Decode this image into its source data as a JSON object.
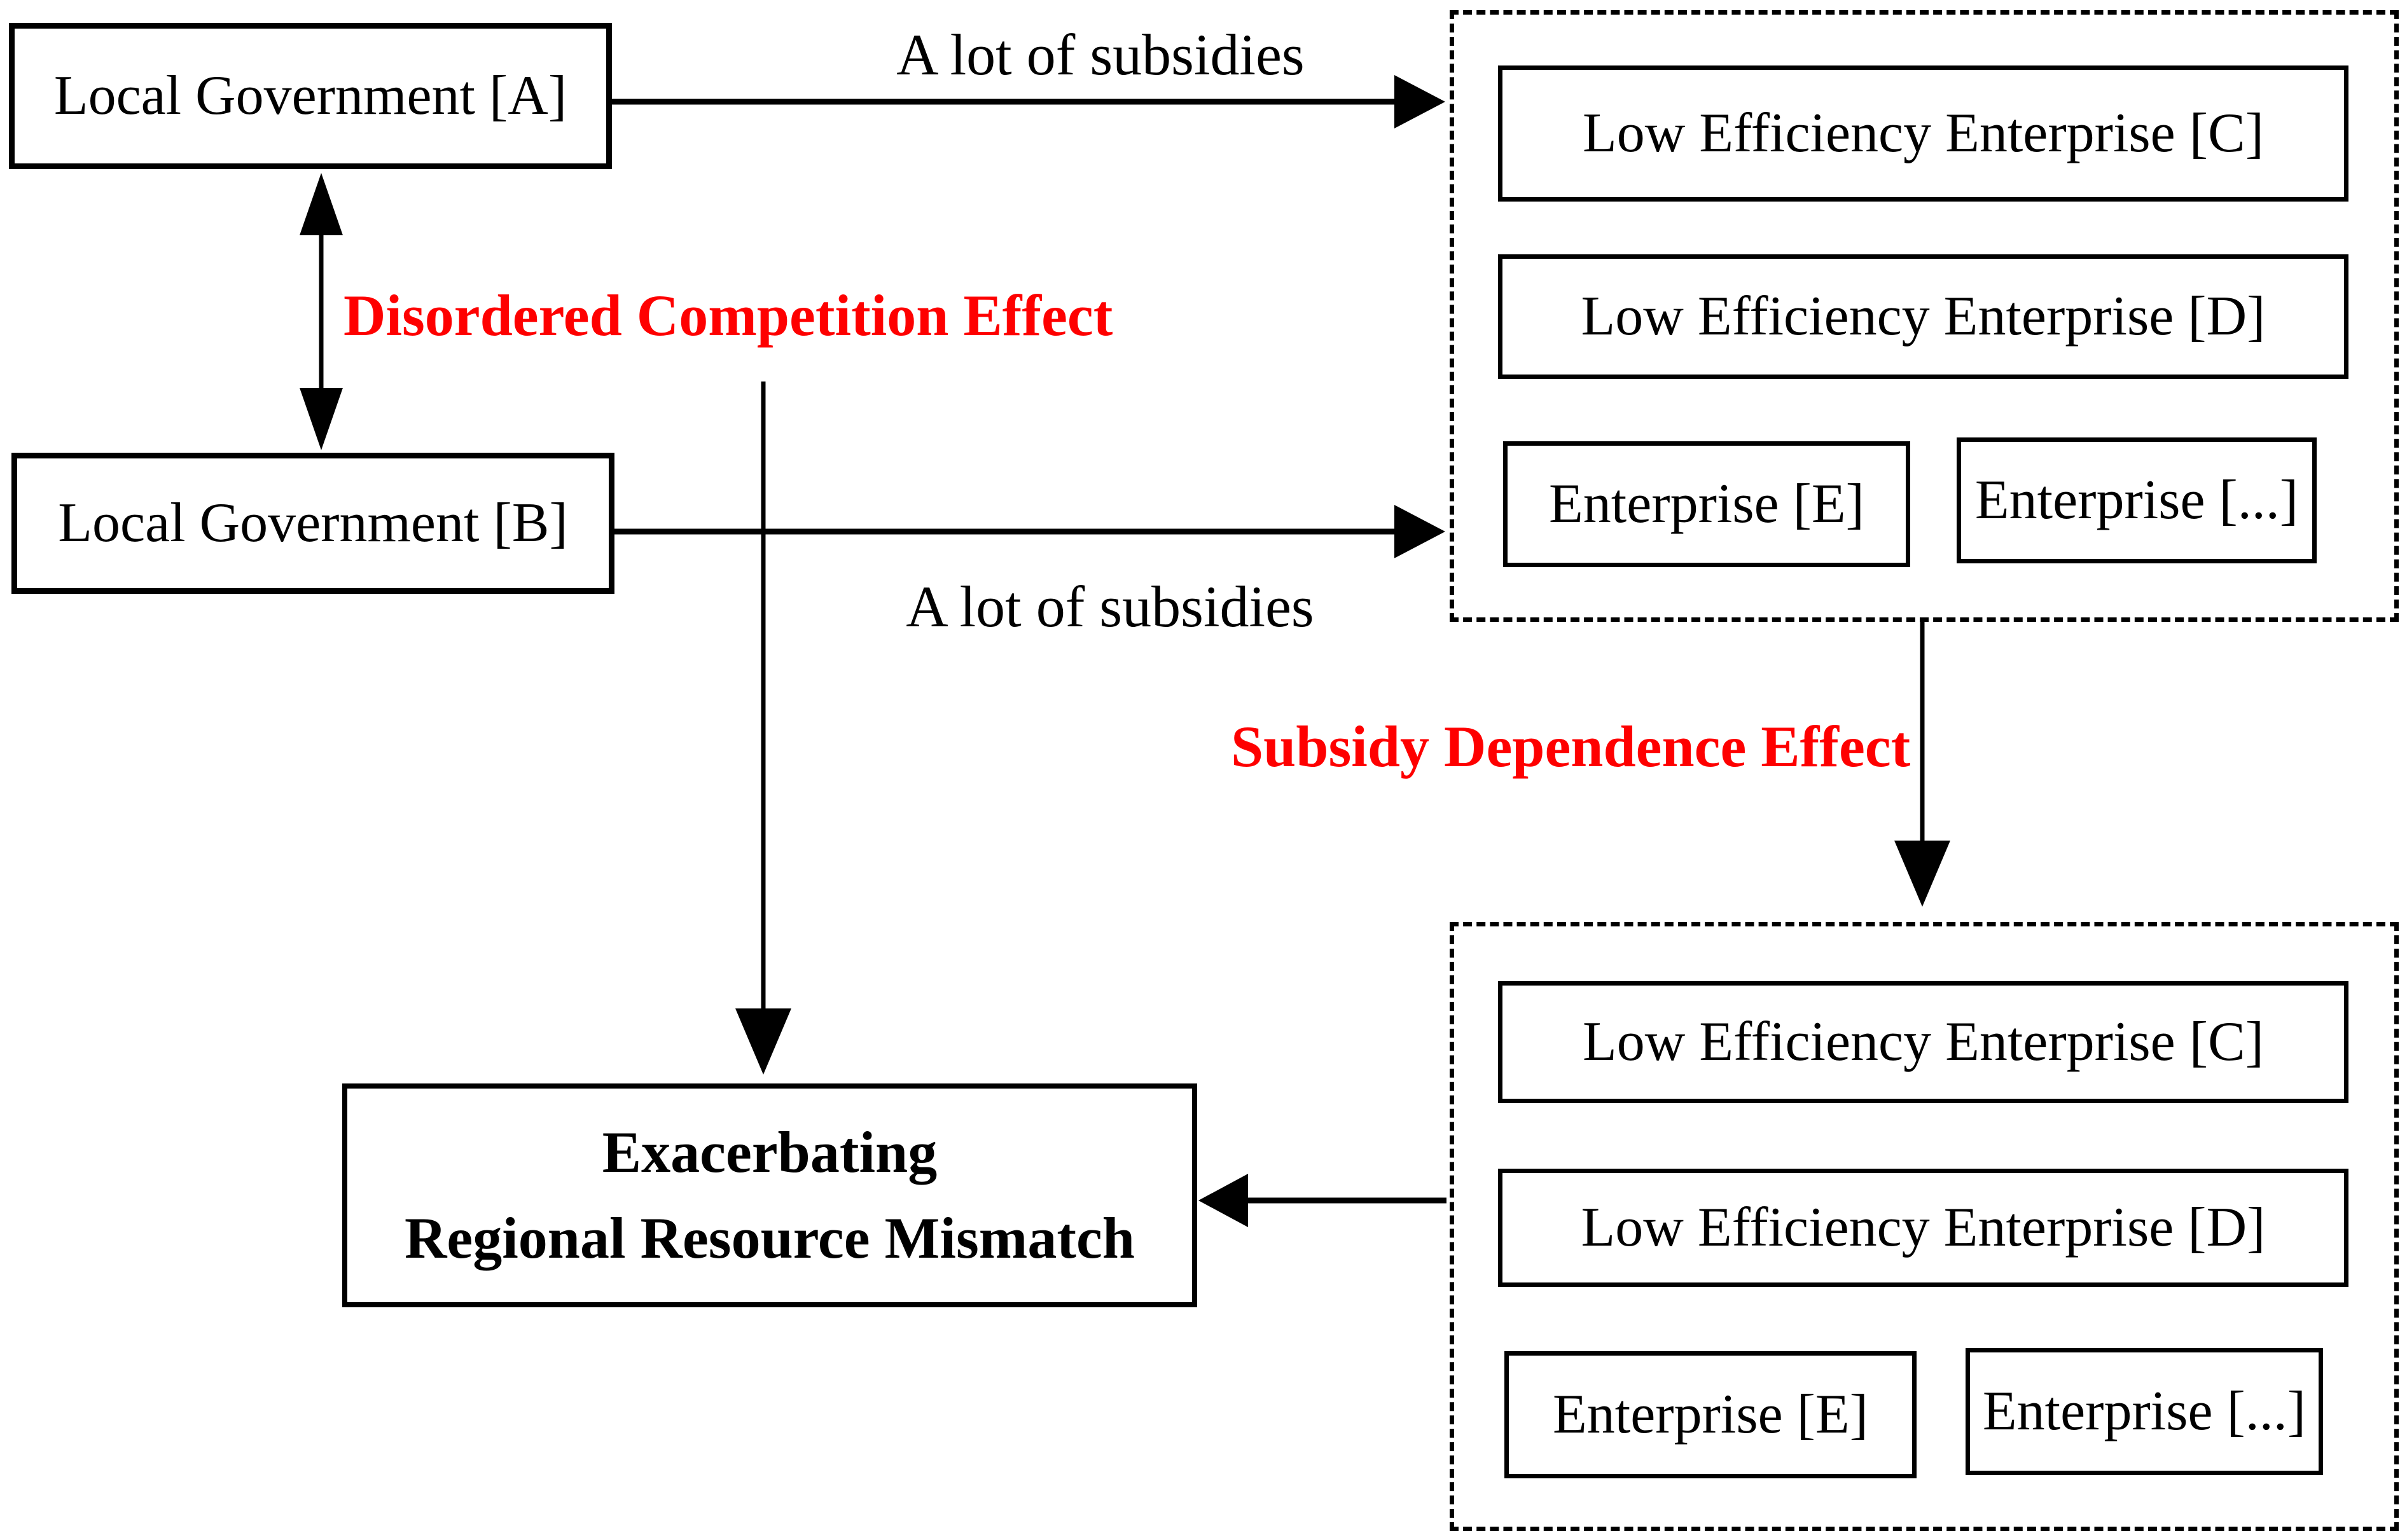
{
  "diagram": {
    "nodes": {
      "gov_a": "Local Government [A]",
      "gov_b": "Local Government [B]",
      "low_eff_c": "Low Efficiency Enterprise [C]",
      "low_eff_d": "Low Efficiency Enterprise [D]",
      "ent_e": "Enterprise [E]",
      "ent_more": "Enterprise [...]",
      "outcome_line1": "Exacerbating",
      "outcome_line2": "Regional Resource Mismatch"
    },
    "edge_labels": {
      "subsidies_top": "A lot of subsidies",
      "subsidies_bottom": "A lot of subsidies",
      "effect_competition": "Disordered Competition Effect",
      "effect_dependence": "Subsidy Dependence Effect"
    },
    "colors": {
      "line": "#000000",
      "emphasis": "#fe0000",
      "background": "#ffffff"
    }
  }
}
